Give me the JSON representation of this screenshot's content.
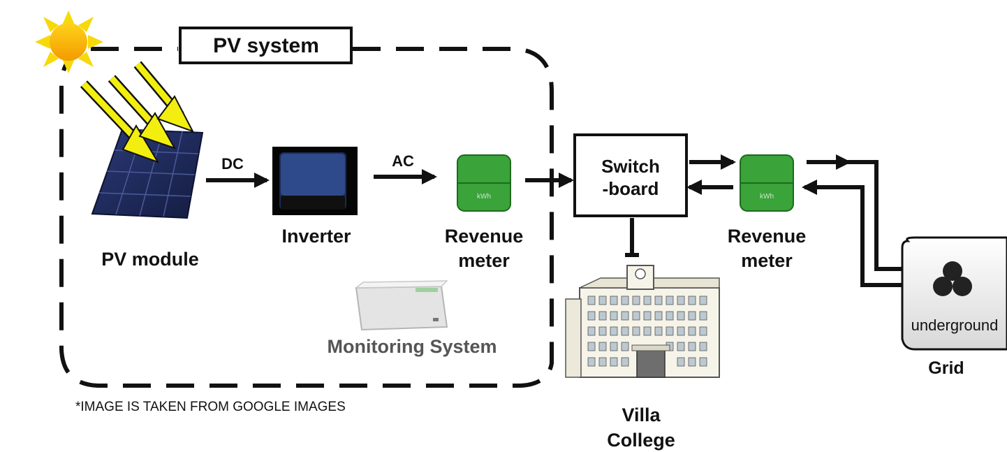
{
  "diagram": {
    "title": "PV system",
    "pv_module_label": "PV module",
    "dc_label": "DC",
    "inverter_label": "Inverter",
    "ac_label": "AC",
    "meter1_label_line1": "Revenue",
    "meter1_label_line2": "meter",
    "meter_unit": "kWh",
    "switchboard_line1": "Switch",
    "switchboard_line2": "-board",
    "meter2_label_line1": "Revenue",
    "meter2_label_line2": "meter",
    "monitoring_label": "Monitoring System",
    "building_label_line1": "Villa",
    "building_label_line2": "College",
    "grid_box_label": "underground",
    "grid_label": "Grid",
    "source_note": "*IMAGE IS TAKEN  FROM GOOGLE IMAGES"
  },
  "colors": {
    "sun": "#f5b400",
    "sun_rays": "#f7d90a",
    "light_beam": "#f2ee10",
    "panel": "#1b2554",
    "meter_green": "#3aa33a",
    "line": "#111111"
  },
  "icons": [
    "sun-icon",
    "solar-panel-icon",
    "inverter-icon",
    "meter-icon",
    "monitoring-device-icon",
    "building-icon",
    "grid-icon"
  ]
}
